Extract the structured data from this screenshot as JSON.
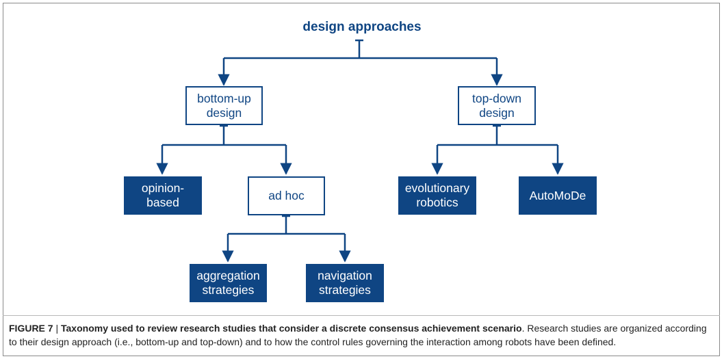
{
  "figure": {
    "root": "design approaches",
    "branches": [
      {
        "label_line1": "bottom-up",
        "label_line2": "design"
      },
      {
        "label_line1": "top-down",
        "label_line2": "design"
      }
    ],
    "leaves": {
      "opinion_based": {
        "line1": "opinion-",
        "line2": "based"
      },
      "ad_hoc": "ad hoc",
      "evolutionary_robotics": {
        "line1": "evolutionary",
        "line2": "robotics"
      },
      "automode": "AutoMoDe",
      "aggregation": {
        "line1": "aggregation",
        "line2": "strategies"
      },
      "navigation": {
        "line1": "navigation",
        "line2": "strategies"
      }
    },
    "colors": {
      "primary": "#0f4583",
      "text": "#222222",
      "border": "#8a8a8a"
    }
  },
  "caption": {
    "label": "FIGURE 7",
    "separator": " | ",
    "title": "Taxonomy used to review research studies that consider a discrete consensus achievement scenario",
    "body": ". Research studies are organized according to their design approach (i.e., bottom-up and top-down) and to how the control rules governing the interaction among robots have been defined."
  }
}
